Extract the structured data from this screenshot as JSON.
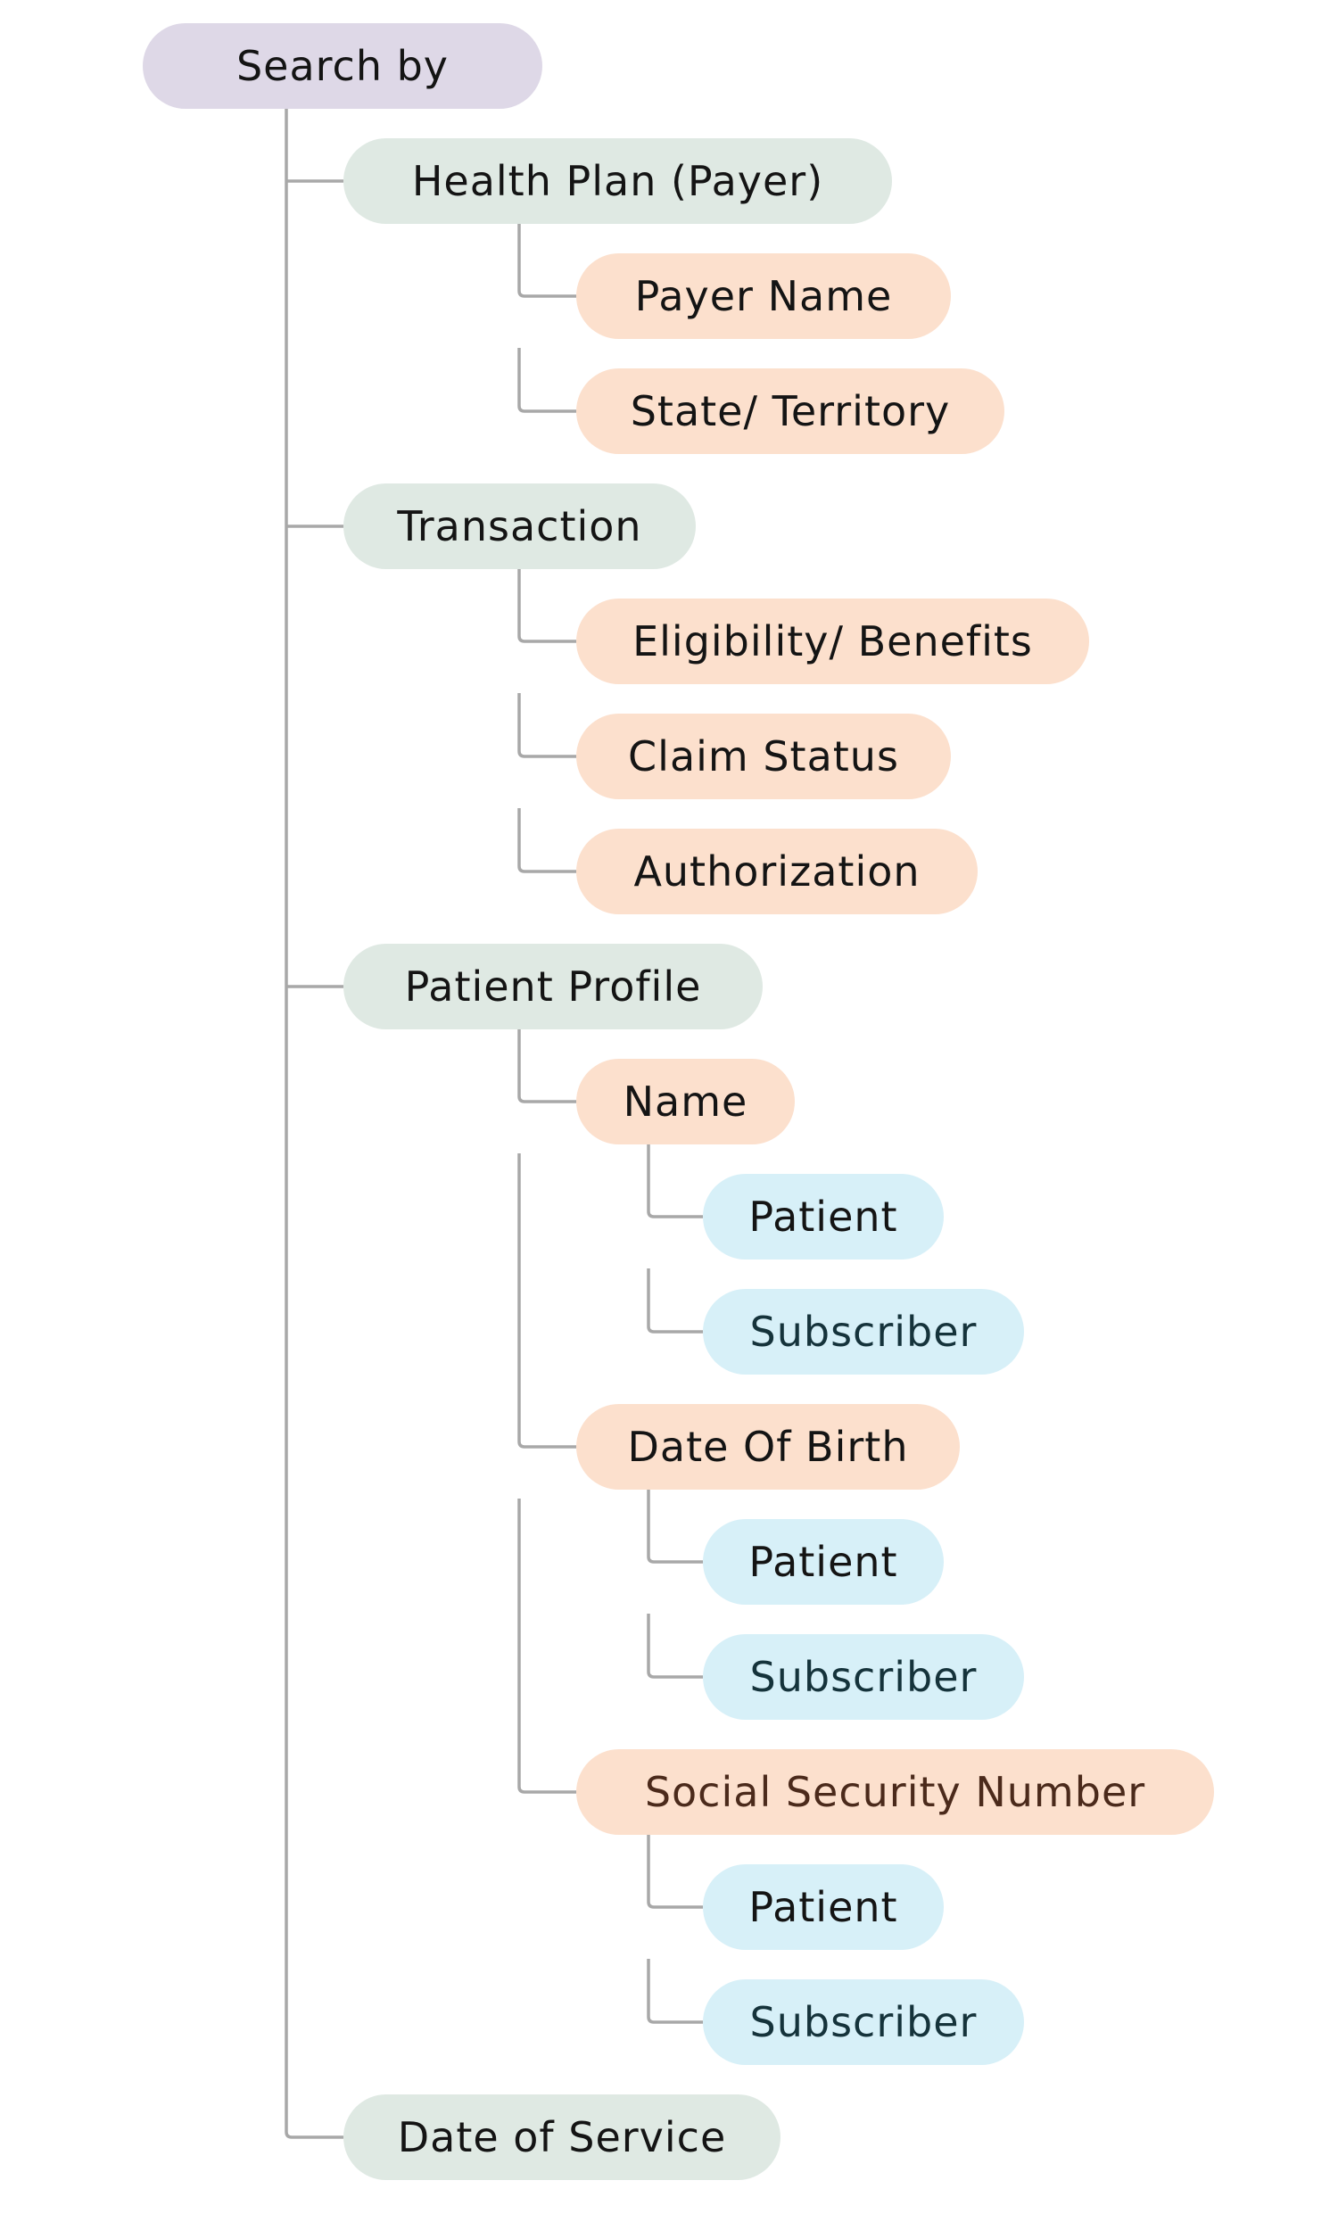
{
  "palette": {
    "root_bg": "#ded8e7",
    "level1_bg": "#dfe9e3",
    "level2_bg": "#fce0cd",
    "level3_bg": "#d7f0f8",
    "text_default": "#141414",
    "text_brown": "#4b2a1b",
    "text_teal": "#15333b",
    "line": "#a8a8a8",
    "canvas_bg": "#ffffff"
  },
  "diagram_title": "Search by",
  "tree": {
    "label": "Search by",
    "children": [
      {
        "label": "Health Plan (Payer)",
        "children": [
          {
            "label": "Payer Name"
          },
          {
            "label": "State/ Territory"
          }
        ]
      },
      {
        "label": "Transaction",
        "children": [
          {
            "label": "Eligibility/ Benefits"
          },
          {
            "label": "Claim Status"
          },
          {
            "label": "Authorization"
          }
        ]
      },
      {
        "label": "Patient Profile",
        "children": [
          {
            "label": "Name",
            "children": [
              {
                "label": "Patient"
              },
              {
                "label": "Subscriber",
                "text": "teal"
              }
            ]
          },
          {
            "label": "Date Of Birth",
            "children": [
              {
                "label": "Patient"
              },
              {
                "label": "Subscriber",
                "text": "teal"
              }
            ]
          },
          {
            "label": "Social Security Number",
            "text": "brown",
            "children": [
              {
                "label": "Patient"
              },
              {
                "label": "Subscriber",
                "text": "teal"
              }
            ]
          }
        ]
      },
      {
        "label": "Date of Service"
      }
    ]
  }
}
